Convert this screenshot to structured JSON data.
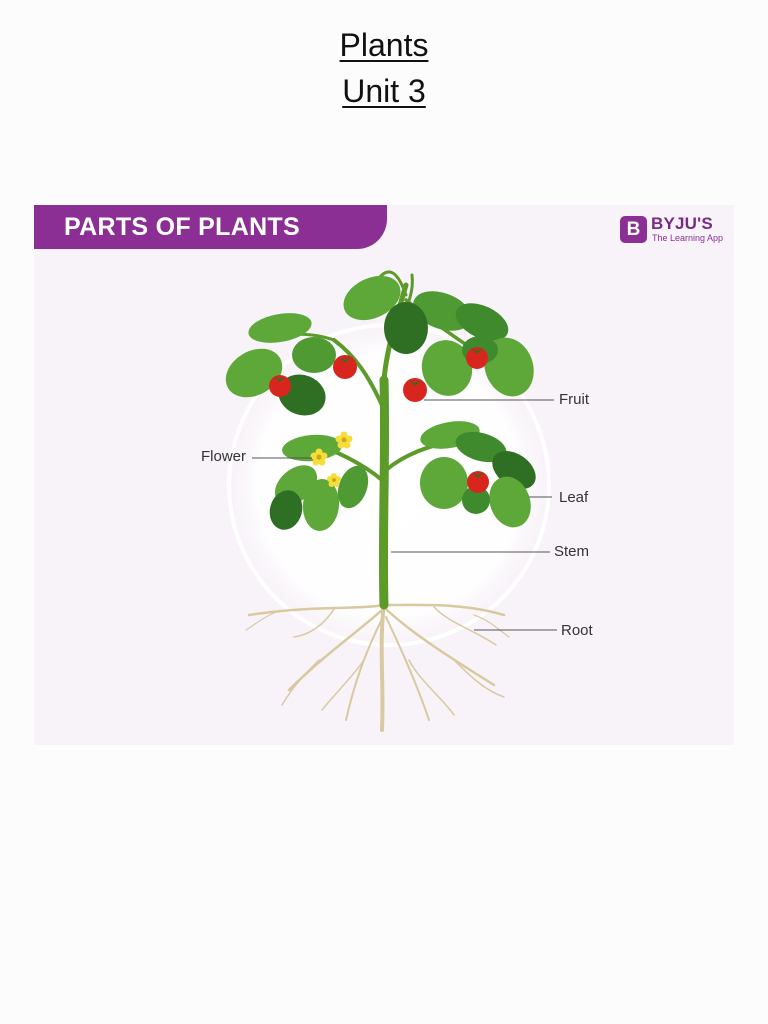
{
  "document": {
    "title": "Plants",
    "subtitle": "Unit 3"
  },
  "figure": {
    "banner_text": "PARTS OF PLANTS",
    "logo": {
      "mark": "B",
      "name": "BYJU'S",
      "tagline": "The Learning App",
      "brand_color": "#8b2f95"
    },
    "labels": {
      "fruit": "Fruit",
      "flower": "Flower",
      "leaf": "Leaf",
      "stem": "Stem",
      "root": "Root"
    },
    "colors": {
      "leaf": "#3f8a2c",
      "leaf_light": "#5ea83a",
      "stem": "#5c9a2a",
      "fruit": "#d8261f",
      "flower": "#f5de3a",
      "root": "#d8c9a0",
      "background": "#f8f3f9"
    }
  }
}
